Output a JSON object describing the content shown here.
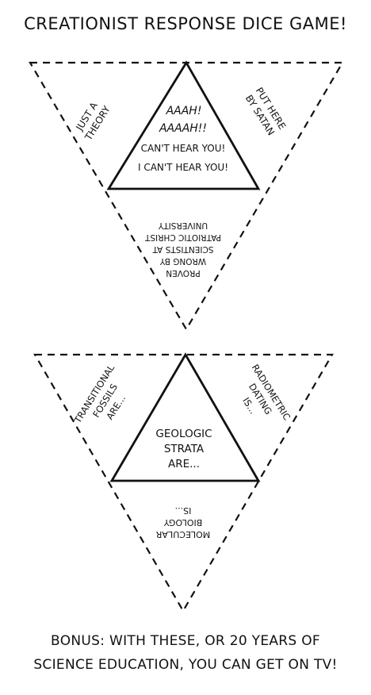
{
  "title": "CREATIONIST RESPONSE DICE GAME!",
  "die1": {
    "left": [
      "JUST A",
      "THEORY"
    ],
    "right": [
      "PUT HERE",
      "BY SATAN"
    ],
    "center": [
      "AAAH!",
      "AAAAH!!",
      "CAN'T HEAR YOU!",
      "I CAN'T HEAR YOU!"
    ],
    "bottom": [
      "PROVEN",
      "WRONG BY",
      "SCIENTISTS AT",
      "PATRIOTIC CHRIST",
      "UNIVERSITY"
    ]
  },
  "die2": {
    "left": [
      "TRANSITIONAL",
      "FOSSILS",
      "ARE..."
    ],
    "right": [
      "RADIOMETRIC",
      "DATING",
      "IS..."
    ],
    "center": [
      "GEOLOGIC",
      "STRATA",
      "ARE..."
    ],
    "bottom": [
      "MOLECULAR",
      "BIOLOGY",
      "IS..."
    ]
  },
  "bonus": [
    "BONUS: WITH THESE, OR 20 YEARS OF",
    "SCIENCE EDUCATION, YOU CAN GET ON TV!"
  ],
  "colors": {
    "ink": "#111111",
    "paper": "#ffffff"
  }
}
